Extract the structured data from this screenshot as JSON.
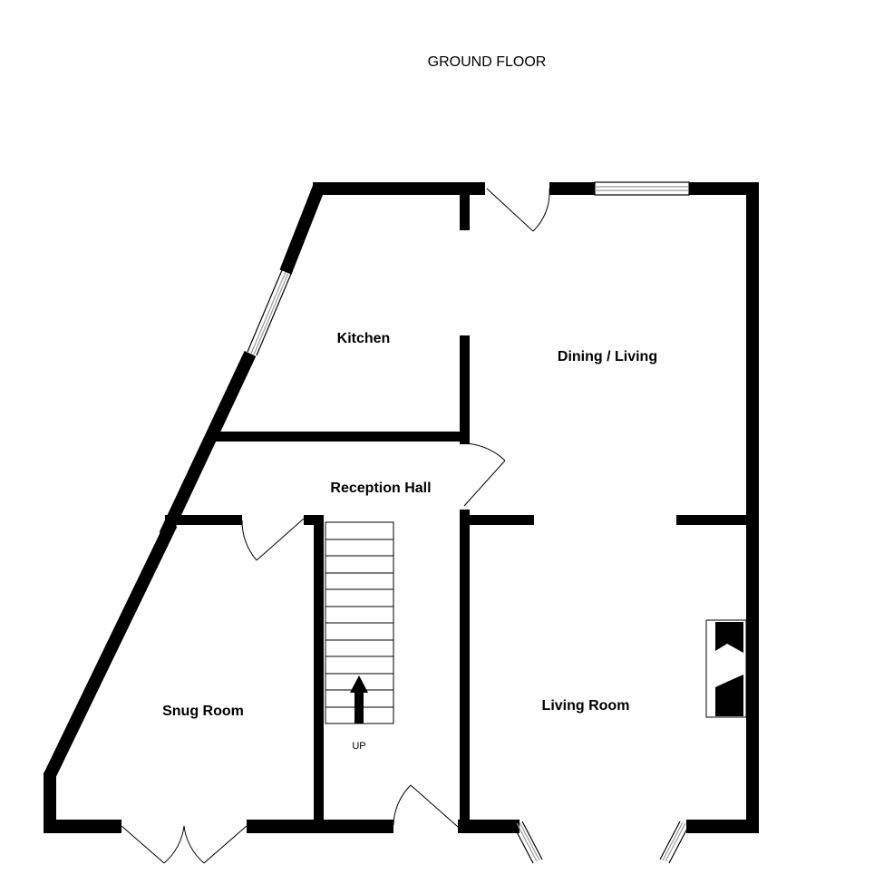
{
  "plan": {
    "title": "GROUND FLOOR",
    "stairs_label": "UP",
    "colors": {
      "wall": "#000000",
      "background": "#ffffff",
      "window": "#9a9a9a"
    }
  },
  "rooms": {
    "kitchen": "Kitchen",
    "dining_living": "Dining / Living",
    "reception_hall": "Reception Hall",
    "snug_room": "Snug Room",
    "living_room": "Living Room"
  }
}
